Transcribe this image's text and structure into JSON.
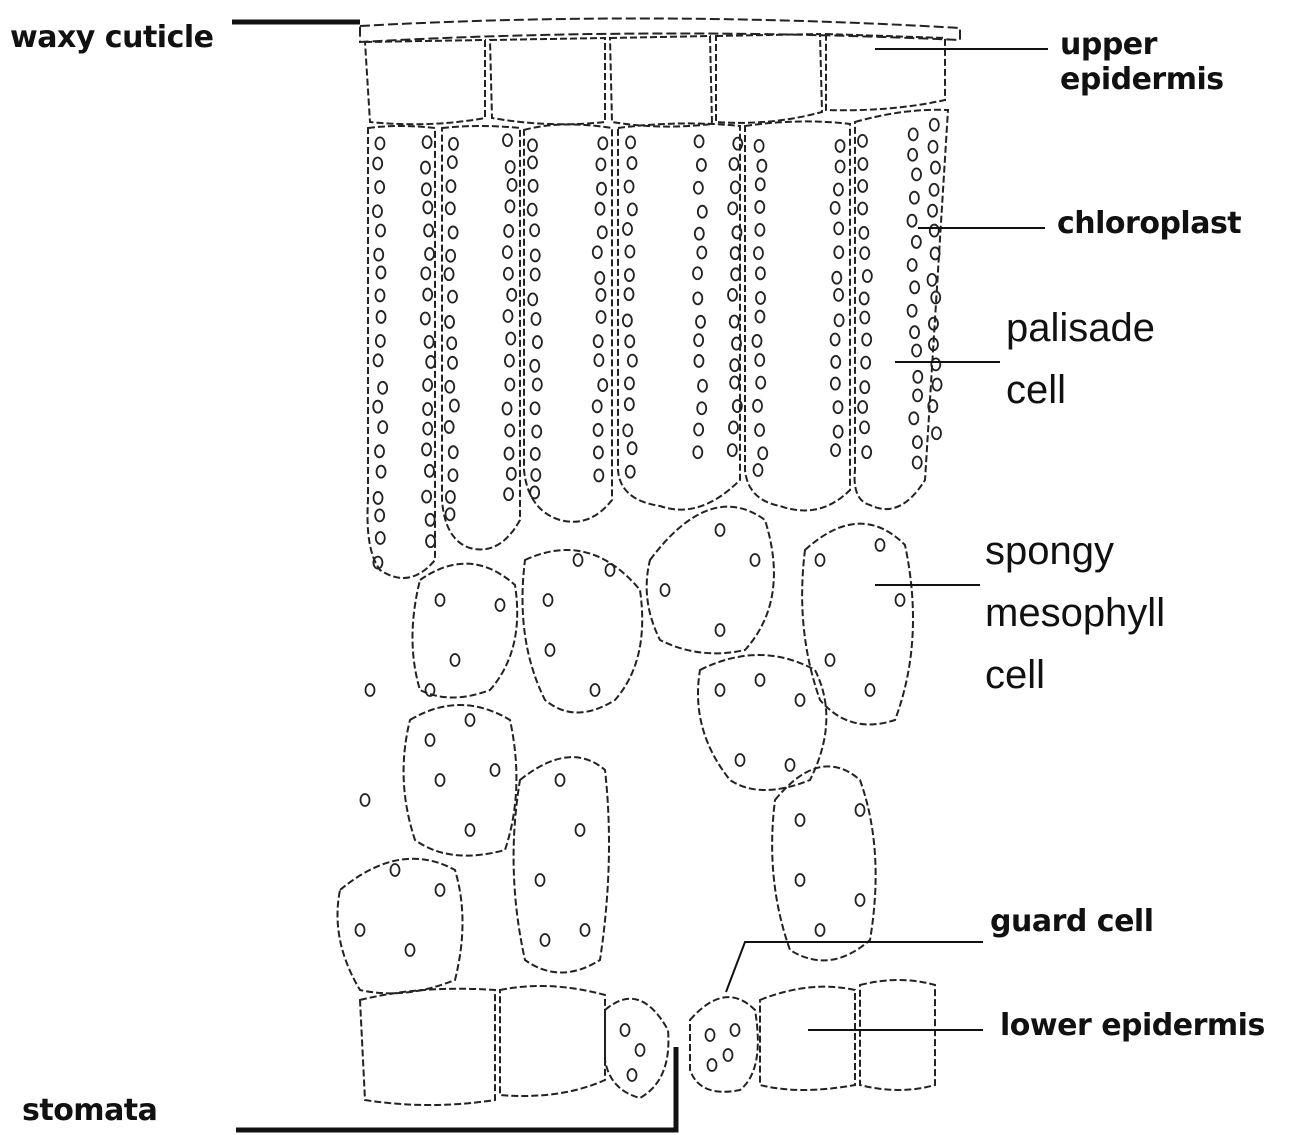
{
  "labels": {
    "waxy_cuticle": "waxy cuticle",
    "upper_epidermis": "upper epidermis",
    "chloroplast": "chloroplast",
    "palisade_cell": "palisade\ncell",
    "spongy_mesophyll_cell": "spongy\nmesophyll\ncell",
    "guard_cell": "guard cell",
    "lower_epidermis": "lower epidermis",
    "stomata": "stomata"
  },
  "colors": {
    "ink": "#111111",
    "background": "#ffffff"
  }
}
